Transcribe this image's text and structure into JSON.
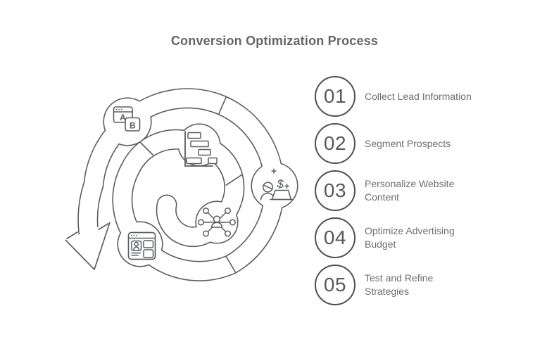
{
  "title": "Conversion Optimization Process",
  "colors": {
    "background": "#ffffff",
    "line": "#5b5d60",
    "title_text": "#656567",
    "circle_border": "#4e4e50",
    "number_text": "#58585a",
    "label_text": "#6e6e70"
  },
  "steps": [
    {
      "number": "01",
      "label": "Collect Lead Information"
    },
    {
      "number": "02",
      "label": "Segment Prospects"
    },
    {
      "number": "03",
      "label": "Personalize Website Content"
    },
    {
      "number": "04",
      "label": "Optimize Advertising Budget"
    },
    {
      "number": "05",
      "label": "Test and Refine Strategies"
    }
  ],
  "diagram": {
    "shape": "spiral-arrow",
    "icons": [
      {
        "name": "lead-network-icon",
        "step": "01"
      },
      {
        "name": "segments-chart-icon",
        "step": "02"
      },
      {
        "name": "personalized-page-icon",
        "step": "03"
      },
      {
        "name": "budget-optimization-icon",
        "step": "04"
      },
      {
        "name": "ab-testing-icon",
        "step": "05"
      }
    ],
    "glyphs": {
      "ab_a": "A",
      "ab_b": "B",
      "dollar": "$"
    }
  }
}
